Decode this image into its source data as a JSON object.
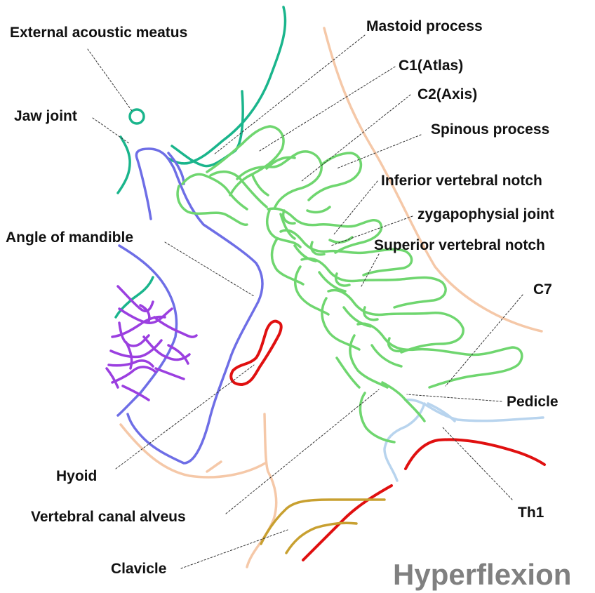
{
  "title": "Hyperflexion",
  "labels": {
    "external_acoustic_meatus": "External acoustic meatus",
    "mastoid_process": "Mastoid process",
    "c1_atlas": "C1(Atlas)",
    "c2_axis": "C2(Axis)",
    "jaw_joint": "Jaw joint",
    "spinous_process": "Spinous process",
    "inferior_vertebral_notch": "Inferior vertebral notch",
    "zygapophysial_joint": "zygapophysial joint",
    "angle_of_mandible": "Angle of mandible",
    "superior_vertebral_notch": "Superior vertebral notch",
    "c7": "C7",
    "pedicle": "Pedicle",
    "hyoid": "Hyoid",
    "th1": "Th1",
    "vertebral_canal_alveus": "Vertebral canal alveus",
    "clavicle": "Clavicle"
  },
  "colors": {
    "teal": "#1ab58c",
    "blue": "#6e6ee6",
    "green": "#6fd66f",
    "purple": "#9b3fe0",
    "red": "#e01010",
    "peach": "#f5c8a8",
    "light_blue": "#b8d4ee",
    "gold": "#c8a030",
    "title_gray": "#808080"
  }
}
